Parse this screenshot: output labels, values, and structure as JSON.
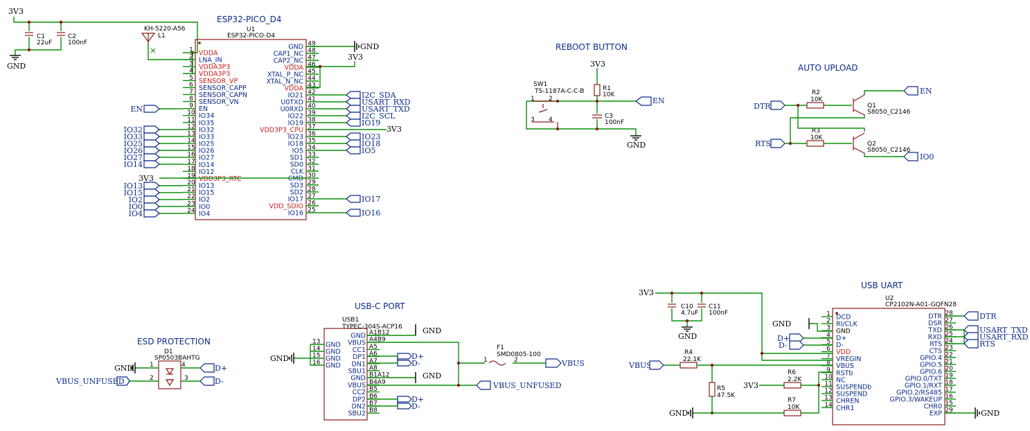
{
  "titles": {
    "esp32": "ESP32-PICO_D4",
    "reboot": "REBOOT BUTTON",
    "auto_upload": "AUTO UPLOAD",
    "usb_uart": "USB UART",
    "usbc": "USB-C PORT",
    "esd": "ESD PROTECTION"
  },
  "power": {
    "v33": "3V3",
    "gnd": "GND",
    "vbus": "VBUS",
    "vbus_unfused": "VBUS_UNFUSED"
  },
  "esp": {
    "ref": "U1",
    "value": "ESP32-PICO-D4",
    "antenna_ref": "L1",
    "antenna_value": "KH-5220-A56",
    "c1_ref": "C1",
    "c1_val": "22uF",
    "c2_ref": "C2",
    "c2_val": "100nF",
    "left_pins": [
      {
        "num": "1",
        "name": "VDDA",
        "red": true
      },
      {
        "num": "2",
        "name": "LNA_IN",
        "red": false
      },
      {
        "num": "3",
        "name": "VDDA3P3",
        "red": true
      },
      {
        "num": "4",
        "name": "VDDA3P3",
        "red": true
      },
      {
        "num": "5",
        "name": "SENSOR_VP",
        "red": true
      },
      {
        "num": "6",
        "name": "SENSOR_CAPP",
        "red": false
      },
      {
        "num": "7",
        "name": "SENSOR_CAPN",
        "red": false
      },
      {
        "num": "8",
        "name": "SENSOR_VN",
        "red": false
      },
      {
        "num": "9",
        "name": "EN",
        "red": false
      },
      {
        "num": "10",
        "name": "IO34",
        "red": false
      },
      {
        "num": "11",
        "name": "IO35",
        "red": false
      },
      {
        "num": "12",
        "name": "IO32",
        "red": false
      },
      {
        "num": "13",
        "name": "IO33",
        "red": false
      },
      {
        "num": "14",
        "name": "IO25",
        "red": false
      },
      {
        "num": "15",
        "name": "IO26",
        "red": false
      },
      {
        "num": "16",
        "name": "IO27",
        "red": false
      },
      {
        "num": "17",
        "name": "IO14",
        "red": false
      },
      {
        "num": "18",
        "name": "IO12",
        "red": false
      },
      {
        "num": "19",
        "name": "VDD3P3_RTC",
        "red": true
      },
      {
        "num": "20",
        "name": "IO13",
        "red": false
      },
      {
        "num": "21",
        "name": "IO15",
        "red": false
      },
      {
        "num": "22",
        "name": "IO2",
        "red": false
      },
      {
        "num": "23",
        "name": "IO0",
        "red": false
      },
      {
        "num": "24",
        "name": "IO4",
        "red": false
      }
    ],
    "right_pins": [
      {
        "num": "49",
        "name": "GND",
        "red": false
      },
      {
        "num": "48",
        "name": "CAP1_NC",
        "red": false
      },
      {
        "num": "47",
        "name": "CAP2_NC",
        "red": false
      },
      {
        "num": "46",
        "name": "VDDA",
        "red": true
      },
      {
        "num": "45",
        "name": "XTAL_P_NC",
        "red": false
      },
      {
        "num": "44",
        "name": "XTAL_N_NC",
        "red": false
      },
      {
        "num": "43",
        "name": "VDDA",
        "red": true
      },
      {
        "num": "42",
        "name": "IO21",
        "red": false
      },
      {
        "num": "41",
        "name": "U0TXD",
        "red": false
      },
      {
        "num": "40",
        "name": "U0RXD",
        "red": false
      },
      {
        "num": "39",
        "name": "IO22",
        "red": false
      },
      {
        "num": "38",
        "name": "IO19",
        "red": false
      },
      {
        "num": "37",
        "name": "VDD3P3_CPU",
        "red": true
      },
      {
        "num": "36",
        "name": "IO23",
        "red": false
      },
      {
        "num": "35",
        "name": "IO18",
        "red": false
      },
      {
        "num": "34",
        "name": "IO5",
        "red": false
      },
      {
        "num": "33",
        "name": "SD1",
        "red": false
      },
      {
        "num": "32",
        "name": "SD0",
        "red": false
      },
      {
        "num": "31",
        "name": "CLK",
        "red": false
      },
      {
        "num": "30",
        "name": "CMD",
        "red": false
      },
      {
        "num": "29",
        "name": "SD3",
        "red": false
      },
      {
        "num": "28",
        "name": "SD2",
        "red": false
      },
      {
        "num": "27",
        "name": "IO17",
        "red": false
      },
      {
        "num": "26",
        "name": "VDD_SDIO",
        "red": true
      },
      {
        "num": "25",
        "name": "IO16",
        "red": false
      }
    ],
    "left_nets": [
      "EN",
      "IO32",
      "IO33",
      "IO25",
      "IO26",
      "IO27",
      "IO14",
      "IO13",
      "IO15",
      "IO2",
      "IO0",
      "IO4"
    ],
    "right_nets": [
      "I2C_SDA",
      "USART_RXD",
      "USART_TXD",
      "I2C_SCL",
      "IO19",
      "IO23",
      "IO18",
      "IO5",
      "IO17",
      "IO16"
    ]
  },
  "reboot": {
    "sw_ref": "SW1",
    "sw_value": "TS-1187A-C-C-B",
    "r_ref": "R1",
    "r_val": "10K",
    "c_ref": "C3",
    "c_val": "100nF",
    "pins": [
      "1",
      "2",
      "3",
      "4"
    ],
    "net": "EN"
  },
  "auto": {
    "dtr": "DTR",
    "rts": "RTS",
    "en": "EN",
    "io0": "IO0",
    "r2": "R2",
    "r2v": "10K",
    "r3": "R3",
    "r3v": "10K",
    "q1": "Q1",
    "q1v": "S8050_C2146",
    "q2": "Q2",
    "q2v": "S8050_C2146"
  },
  "uart": {
    "ref": "U2",
    "value": "CP2102N-A01-GQFN28",
    "c10": "C10",
    "c10v": "4.7uF",
    "c11": "C11",
    "c11v": "100nF",
    "r4": "R4",
    "r4v": "22.1K",
    "r5": "R5",
    "r5v": "47.5K",
    "r6": "R6",
    "r6v": "2.2K",
    "r7": "R7",
    "r7v": "10K",
    "left_pins": [
      {
        "num": "1",
        "name": "DCD",
        "red": false
      },
      {
        "num": "2",
        "name": "RI/CLK",
        "red": false
      },
      {
        "num": "3",
        "name": "GND",
        "red": false,
        "black": true
      },
      {
        "num": "4",
        "name": "D+",
        "red": false
      },
      {
        "num": "5",
        "name": "D-",
        "red": false
      },
      {
        "num": "6",
        "name": "VDD",
        "red": true
      },
      {
        "num": "7",
        "name": "VREGIN",
        "red": false
      },
      {
        "num": "8",
        "name": "VBUS",
        "red": false
      },
      {
        "num": "9",
        "name": "RSTb",
        "red": false
      },
      {
        "num": "10",
        "name": "NC",
        "red": false
      },
      {
        "num": "11",
        "name": "SUSPENDb",
        "red": false
      },
      {
        "num": "12",
        "name": "SUSPEND",
        "red": false
      },
      {
        "num": "13",
        "name": "CHREN",
        "red": false
      },
      {
        "num": "14",
        "name": "CHR1",
        "red": false
      }
    ],
    "right_pins": [
      {
        "num": "28",
        "name": "DTR"
      },
      {
        "num": "27",
        "name": "DSR"
      },
      {
        "num": "26",
        "name": "TXD"
      },
      {
        "num": "25",
        "name": "RXD"
      },
      {
        "num": "24",
        "name": "RTS"
      },
      {
        "num": "23",
        "name": "CTS"
      },
      {
        "num": "22",
        "name": "GPIO.4"
      },
      {
        "num": "21",
        "name": "GPIO.5"
      },
      {
        "num": "20",
        "name": "GPIO.6"
      },
      {
        "num": "19",
        "name": "GPIO.0/TXT"
      },
      {
        "num": "18",
        "name": "GPIO.1/RXT"
      },
      {
        "num": "17",
        "name": "GPIO.2/RS485"
      },
      {
        "num": "16",
        "name": "GPIO.3/WAKEUP"
      },
      {
        "num": "15",
        "name": "CHR0"
      },
      {
        "num": "29",
        "name": "EXP"
      }
    ],
    "nets": {
      "dtr": "DTR",
      "txd": "USART_TXD",
      "rxd": "USART_RXD",
      "rts": "RTS",
      "dp": "D+",
      "dn": "D-"
    }
  },
  "usbc": {
    "ref": "USB1",
    "value": "TYPEC-304S-ACP16",
    "left_nums": [
      "13",
      "14",
      "15",
      "16"
    ],
    "pins": [
      {
        "num": "A1B12",
        "name": "GND"
      },
      {
        "num": "A4B9",
        "name": "VBUS"
      },
      {
        "num": "A5",
        "name": "CC1"
      },
      {
        "num": "A6",
        "name": "DP1"
      },
      {
        "num": "A7",
        "name": "DN1"
      },
      {
        "num": "A8",
        "name": "SBU1"
      },
      {
        "num": "B1A12",
        "name": "GND"
      },
      {
        "num": "B4A9",
        "name": "VBUS"
      },
      {
        "num": "B5",
        "name": "CC2"
      },
      {
        "num": "B6",
        "name": "DP2"
      },
      {
        "num": "B7",
        "name": "DN2"
      },
      {
        "num": "B8",
        "name": "SBU2"
      }
    ],
    "f1": "F1",
    "f1v": "SMD0805-100",
    "dp": "D+",
    "dn": "D-"
  },
  "esd": {
    "ref": "D1",
    "value": "SP0503BAHTG",
    "pins": [
      "1",
      "2",
      "3",
      "4"
    ],
    "dp": "D+",
    "dn": "D-"
  }
}
